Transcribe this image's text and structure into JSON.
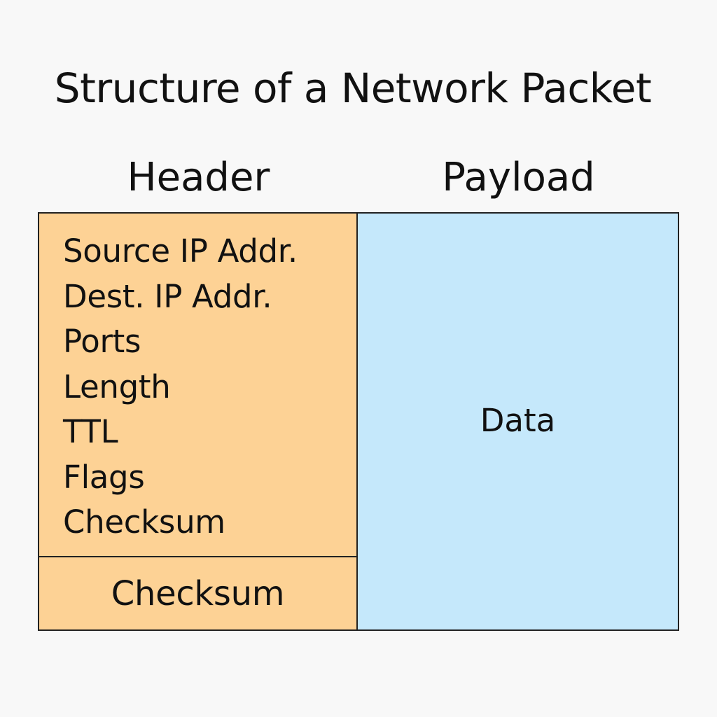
{
  "title": "Structure of a Network Packet",
  "header": {
    "label": "Header",
    "fields": [
      "Source IP Addr.",
      "Dest. IP Addr.",
      "Ports",
      "Length",
      "TTL",
      "Flags",
      "Checksum"
    ],
    "footer_label": "Checksum"
  },
  "payload": {
    "label": "Payload",
    "content": "Data"
  },
  "colors": {
    "header_fill": "#fdd295",
    "payload_fill": "#c5e8fb",
    "border": "#222222",
    "background": "#f8f8f8"
  }
}
